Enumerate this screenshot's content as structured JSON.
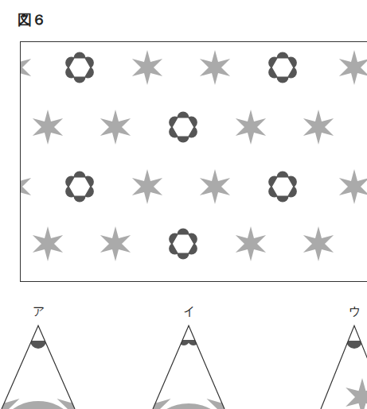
{
  "diagram": {
    "labels": [
      "図６",
      "ア",
      "イ",
      "ウ"
    ]
  }
}
